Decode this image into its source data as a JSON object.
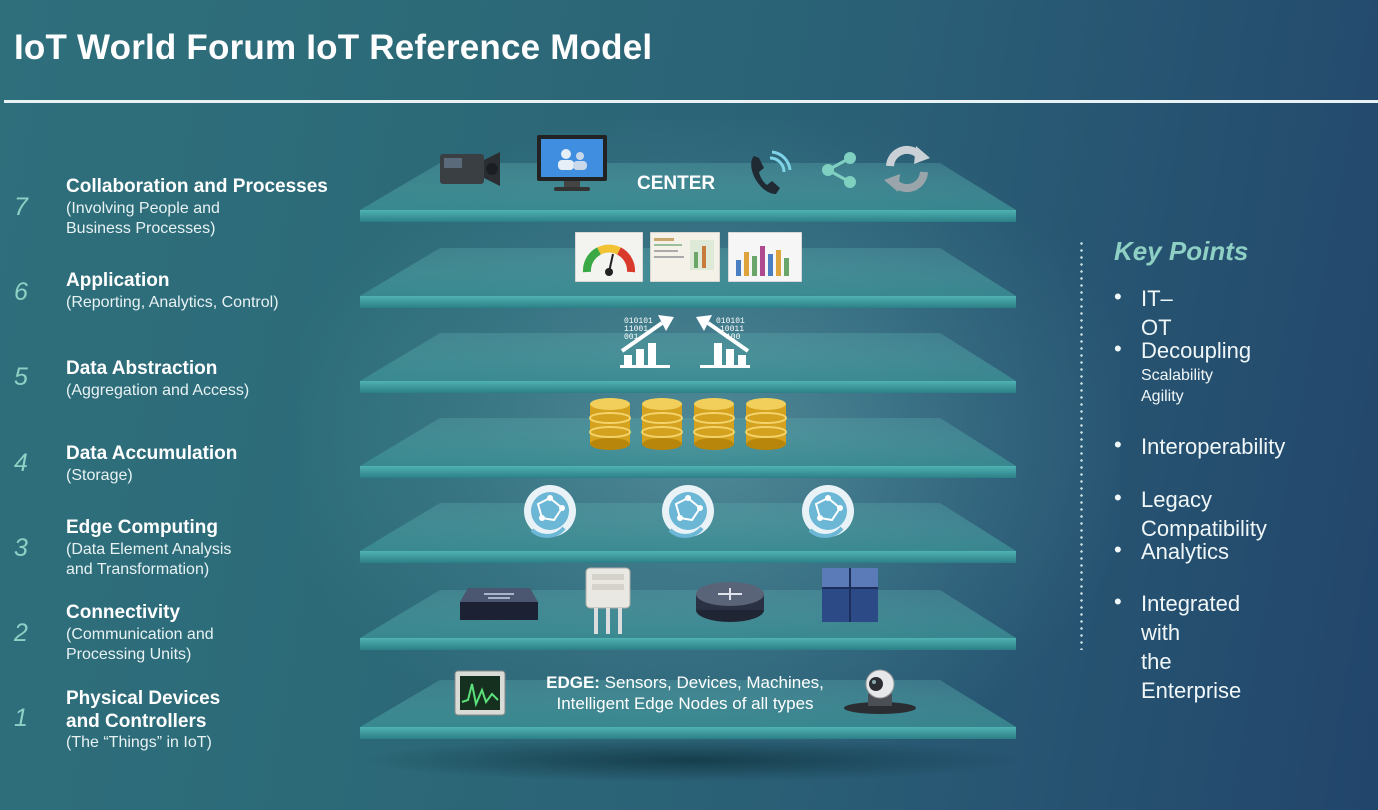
{
  "title": "IoT World Forum IoT Reference Model",
  "layers": [
    {
      "num": "7",
      "head": "Collaboration and Processes",
      "sub": "(Involving People and\nBusiness Processes)"
    },
    {
      "num": "6",
      "head": "Application",
      "sub": "(Reporting, Analytics, Control)"
    },
    {
      "num": "5",
      "head": "Data Abstraction",
      "sub": "(Aggregation and Access)"
    },
    {
      "num": "4",
      "head": "Data Accumulation",
      "sub": "(Storage)"
    },
    {
      "num": "3",
      "head": "Edge Computing",
      "sub": "(Data Element Analysis\nand Transformation)"
    },
    {
      "num": "2",
      "head": "Connectivity",
      "sub": "(Communication and\nProcessing Units)"
    },
    {
      "num": "1",
      "head": "Physical Devices\nand Controllers",
      "sub": "(The “Things” in IoT)"
    }
  ],
  "center_label": "CENTER",
  "edge_label_bold": "EDGE:",
  "edge_label_rest": " Sensors, Devices, Machines,",
  "edge_label_line2": "Intelligent Edge Nodes of all types",
  "key_points": {
    "title": "Key Points",
    "items": [
      {
        "text": "IT–OT"
      },
      {
        "text": "Decoupling",
        "sub": [
          "Scalability",
          "Agility"
        ]
      },
      {
        "text": "Interoperability"
      },
      {
        "text": "Legacy Compatibility"
      },
      {
        "text": "Analytics"
      },
      {
        "text": "Integrated with\nthe Enterprise"
      }
    ]
  },
  "icons": {
    "layer7": [
      "video-camera-icon",
      "monitor-users-icon",
      "phone-icon",
      "share-icon",
      "refresh-icon"
    ],
    "layer6": [
      "gauge-icon",
      "report-icon",
      "bar-report-icon"
    ],
    "layer5": [
      "data-up-icon",
      "data-down-icon"
    ],
    "layer4": [
      "database-icon",
      "database-icon",
      "database-icon",
      "database-icon"
    ],
    "layer3": [
      "globe-sync-icon",
      "globe-sync-icon",
      "globe-sync-icon"
    ],
    "layer2": [
      "switch-icon",
      "sensor-module-icon",
      "router-icon",
      "server-icon"
    ],
    "layer1": [
      "oscilloscope-icon",
      "ptz-camera-icon"
    ]
  },
  "colors": {
    "accent": "#8fd0c5",
    "slab": "#2d8a8f"
  }
}
